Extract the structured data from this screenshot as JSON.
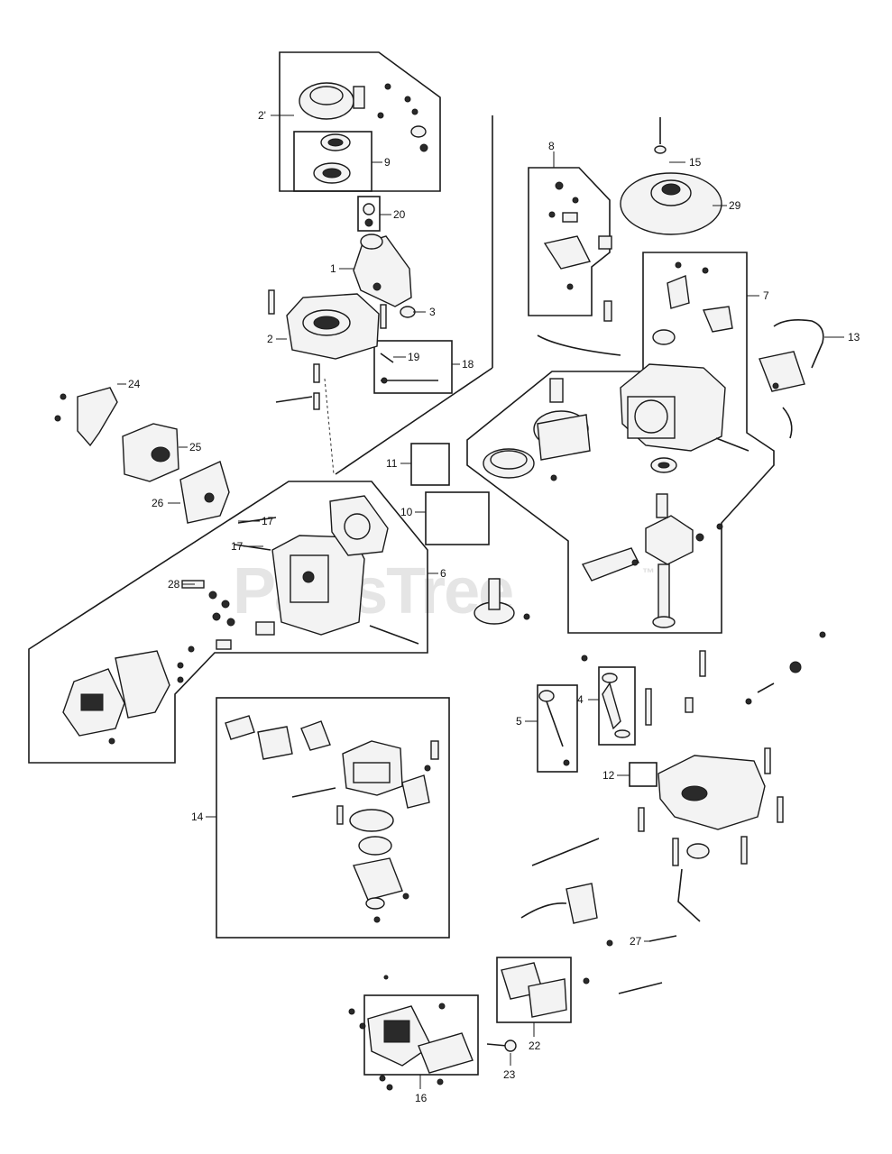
{
  "watermark": {
    "brand": "PartsTree",
    "trademark": "™"
  },
  "callouts": [
    {
      "id": "c2p",
      "text": "2'"
    },
    {
      "id": "c9",
      "text": "9"
    },
    {
      "id": "c20",
      "text": "20"
    },
    {
      "id": "c1",
      "text": "1"
    },
    {
      "id": "c3",
      "text": "3"
    },
    {
      "id": "c2",
      "text": "2"
    },
    {
      "id": "c19",
      "text": "19"
    },
    {
      "id": "c18",
      "text": "18"
    },
    {
      "id": "c24",
      "text": "24"
    },
    {
      "id": "c25",
      "text": "25"
    },
    {
      "id": "c26",
      "text": "26"
    },
    {
      "id": "c11",
      "text": "11"
    },
    {
      "id": "c10",
      "text": "10"
    },
    {
      "id": "c17a",
      "text": "17"
    },
    {
      "id": "c17b",
      "text": "17"
    },
    {
      "id": "c28",
      "text": "28"
    },
    {
      "id": "c6",
      "text": "6"
    },
    {
      "id": "c8",
      "text": "8"
    },
    {
      "id": "c15",
      "text": "15"
    },
    {
      "id": "c29",
      "text": "29"
    },
    {
      "id": "c7",
      "text": "7"
    },
    {
      "id": "c13",
      "text": "13"
    },
    {
      "id": "c4",
      "text": "4"
    },
    {
      "id": "c5",
      "text": "5"
    },
    {
      "id": "c12",
      "text": "12"
    },
    {
      "id": "c14",
      "text": "14"
    },
    {
      "id": "c27",
      "text": "27"
    },
    {
      "id": "c22",
      "text": "22"
    },
    {
      "id": "c23",
      "text": "23"
    },
    {
      "id": "c16",
      "text": "16"
    }
  ]
}
